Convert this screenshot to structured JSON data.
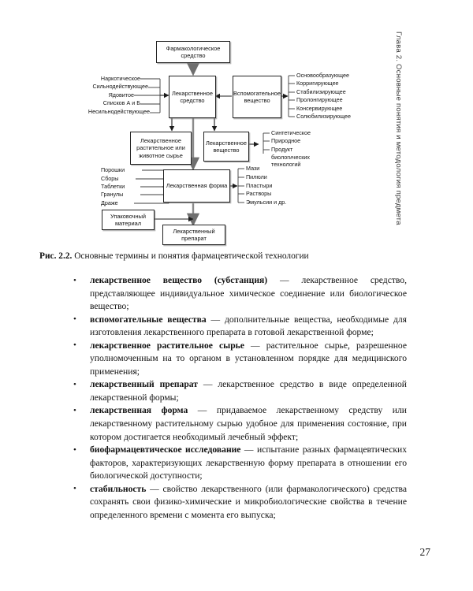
{
  "running_head": "Глава 2. Основные понятия и методология предмета",
  "page_number": "27",
  "figure": {
    "caption_label": "Рис. 2.2.",
    "caption_text": " Основные термины и понятия фармацевтической технологии",
    "boxes": {
      "pharmacological_agent": "Фармакологическое средство",
      "medicinal_agent": "Лекарственное средство",
      "auxiliary_substance": "Вспомогательное вещество",
      "plant_animal_raw": "Лекарственное растительное или животное сырье",
      "medicinal_substance": "Лекарственное вещество",
      "dosage_form": "Лекарственная форма",
      "packaging_material": "Упаковочный материал",
      "medicinal_product": "Лекарственный препарат"
    },
    "left_agent_labels": [
      "Наркотическое",
      "Сильнодействующее",
      "Ядовитое",
      "Списков А и Б",
      "Несильнодействующее"
    ],
    "right_auxiliary_labels": [
      "Основообразующее",
      "Корригирующее",
      "Стабилизирующее",
      "Пролонгирующее",
      "Консервирующее",
      "Солюбилизирующее"
    ],
    "substance_origin_labels": [
      "Синтетическое",
      "Природное",
      "Продукт биологических технологий"
    ],
    "dosage_left_labels": [
      "Порошки",
      "Сборы",
      "Таблетки",
      "Гранулы",
      "Драже"
    ],
    "dosage_right_labels": [
      "Мази",
      "Пилюли",
      "Пластыри",
      "Растворы",
      "Эмульсии и др."
    ]
  },
  "definitions": [
    {
      "term": "лекарственное вещество (субстанция)",
      "text": " — лекарственное средство, представляющее индивидуальное химическое соединение или биологическое вещество;"
    },
    {
      "term": "вспомогательные вещества",
      "text": " — дополнительные вещества, необходимые для изготовления лекарственного препарата в готовой лекарственной форме;"
    },
    {
      "term": "лекарственное растительное сырье",
      "text": " — растительное сырье, разрешенное уполномоченным на то органом в установленном порядке для медицинского применения;"
    },
    {
      "term": "лекарственный препарат",
      "text": " — лекарственное средство в виде определенной лекарственной формы;"
    },
    {
      "term": "лекарственная форма",
      "text": " — придаваемое лекарственному средству или лекарственному растительному сырью удобное для применения состояние, при котором достигается необходимый лечебный эффект;"
    },
    {
      "term": "биофармацевтическое исследование",
      "text": " — испытание разных фармацевтических факторов, характеризующих лекарственную форму препарата в отношении его биологической доступности;"
    },
    {
      "term": "стабильность",
      "text": " — свойство лекарственного (или фармакологического) средства сохранять свои физико-химические и микробиологические свойства в течение определенного времени с момента его выпуска;"
    }
  ]
}
